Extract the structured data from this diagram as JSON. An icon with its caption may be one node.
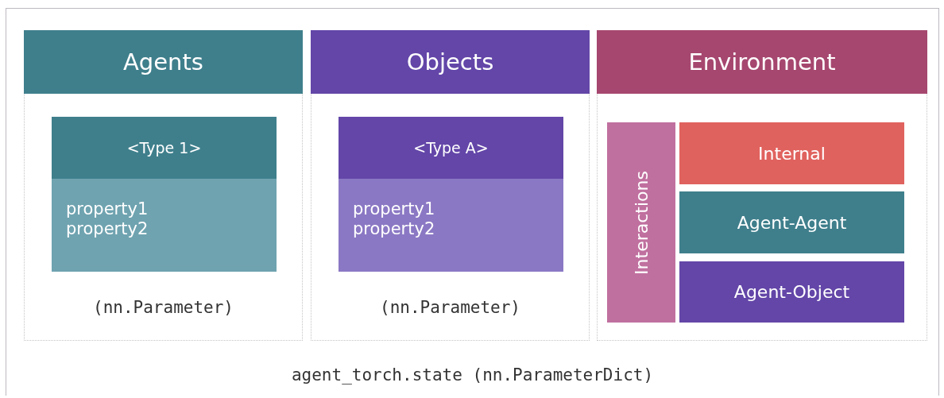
{
  "diagram": {
    "nodes": [
      {
        "text": [
          "agent_torch.state (nn.ParameterDict)"
        ]
      },
      {
        "text": [
          "Agents",
          "(nn.Parameter)"
        ],
        "in": 0
      },
      {
        "text": [
          "<Type 1>",
          "property1 property2"
        ],
        "in": 1
      },
      {
        "text": [
          "Objects",
          "(nn.Parameter)"
        ],
        "in": 0
      },
      {
        "text": [
          "<Type A>",
          "property1 property2"
        ],
        "in": 3
      },
      {
        "text": [
          "Environment"
        ],
        "in": 0
      },
      {
        "text": [
          "Interactions"
        ],
        "in": 5
      },
      {
        "text": [
          "Internal"
        ],
        "in": 5
      },
      {
        "text": [
          "Agent-Agent"
        ],
        "in": 5
      },
      {
        "text": [
          "Agent-Object"
        ],
        "in": 5
      }
    ]
  }
}
